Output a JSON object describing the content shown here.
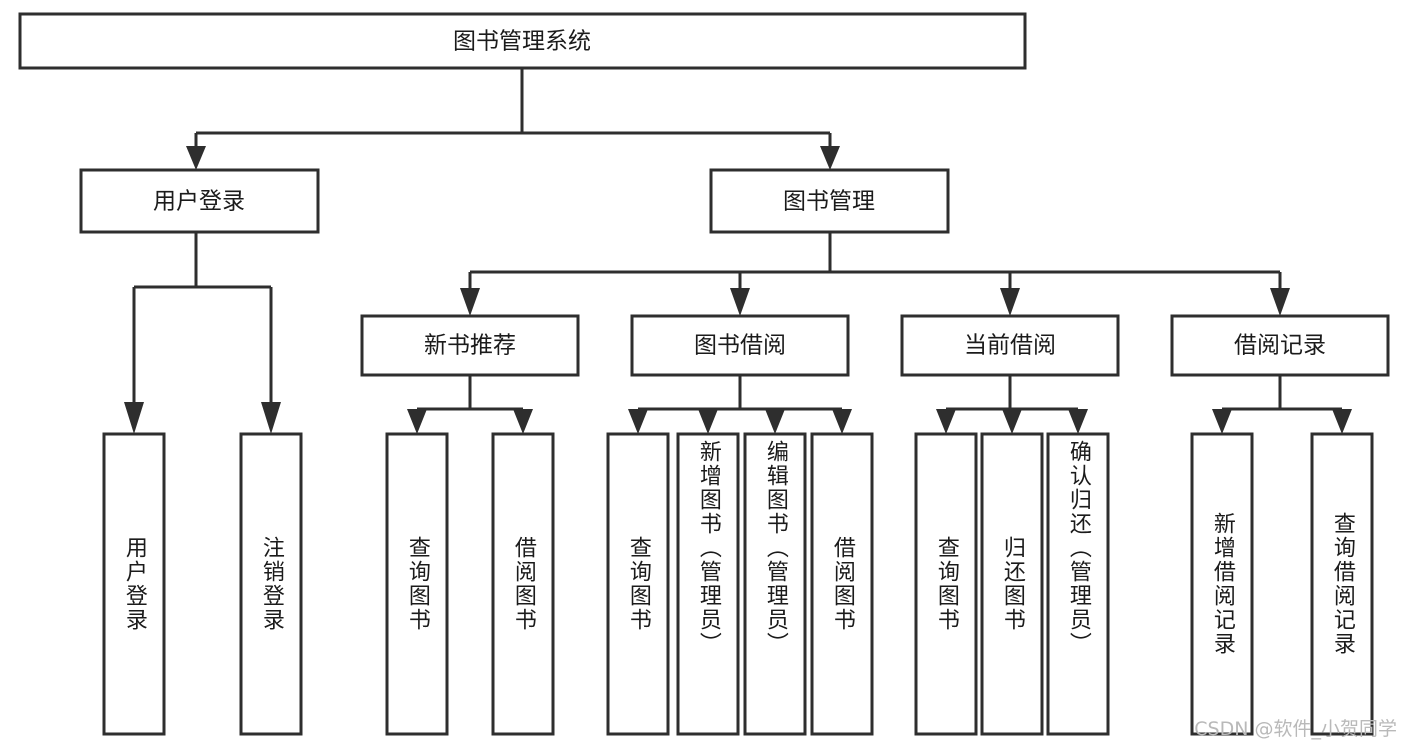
{
  "diagram": {
    "title": "图书管理系统",
    "watermark": "CSDN @软件_小贺同学",
    "orientation": "top-down-tree",
    "colors": {
      "stroke": "#2e2e2e",
      "fill": "#ffffff",
      "text": "#1b1b1b",
      "watermark": "#b9b9b9",
      "background": "#ffffff"
    },
    "root": {
      "label": "图书管理系统",
      "level": 1
    },
    "level2": [
      {
        "label": "用户登录"
      },
      {
        "label": "图书管理"
      }
    ],
    "level3": [
      {
        "label": "新书推荐"
      },
      {
        "label": "图书借阅"
      },
      {
        "label": "当前借阅"
      },
      {
        "label": "借阅记录"
      }
    ],
    "leaves": {
      "user_login": [
        {
          "label": "用户登录"
        },
        {
          "label": "注销登录"
        }
      ],
      "new_book_recommend": [
        {
          "label": "查询图书"
        },
        {
          "label": "借阅图书"
        }
      ],
      "book_borrow": [
        {
          "label": "查询图书"
        },
        {
          "label": "新增图书（管理员）"
        },
        {
          "label": "编辑图书（管理员）"
        },
        {
          "label": "借阅图书"
        }
      ],
      "current_borrow": [
        {
          "label": "查询图书"
        },
        {
          "label": "归还图书"
        },
        {
          "label": "确认归还（管理员）"
        }
      ],
      "borrow_record": [
        {
          "label": "新增借阅记录"
        },
        {
          "label": "查询借阅记录"
        }
      ]
    }
  }
}
